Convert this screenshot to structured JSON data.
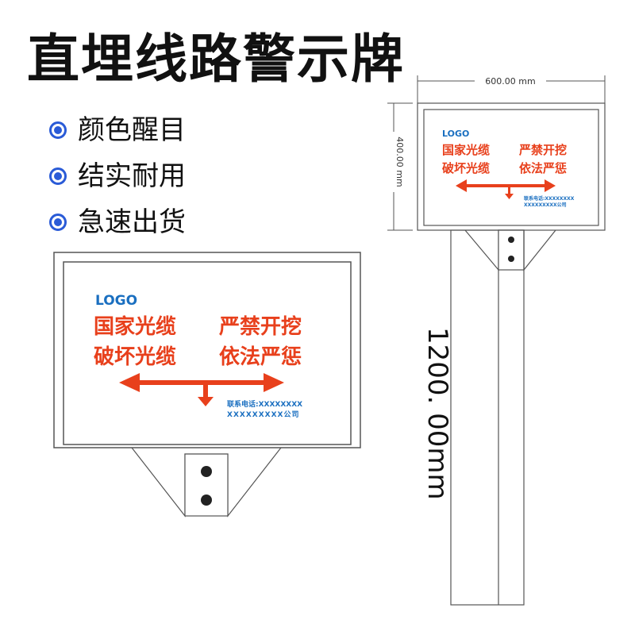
{
  "title": "直埋线路警示牌",
  "features": [
    "颜色醒目",
    "结实耐用",
    "急速出货"
  ],
  "sign": {
    "logo": "LOGO",
    "line1_left": "国家光缆",
    "line1_right": "严禁开挖",
    "line2_left": "破坏光缆",
    "line2_right": "依法严惩",
    "contact_line1": "联系电话:XXXXXXXX",
    "contact_line2": "XXXXXXXXX公司"
  },
  "dimensions": {
    "width": "600.00 mm",
    "height": "400.00 mm",
    "post_height": "1200. 00mm"
  },
  "colors": {
    "text_red": "#e8401c",
    "logo_blue": "#1a6fc0",
    "bullet_blue": "#2a5bd7",
    "outline": "#555555"
  }
}
